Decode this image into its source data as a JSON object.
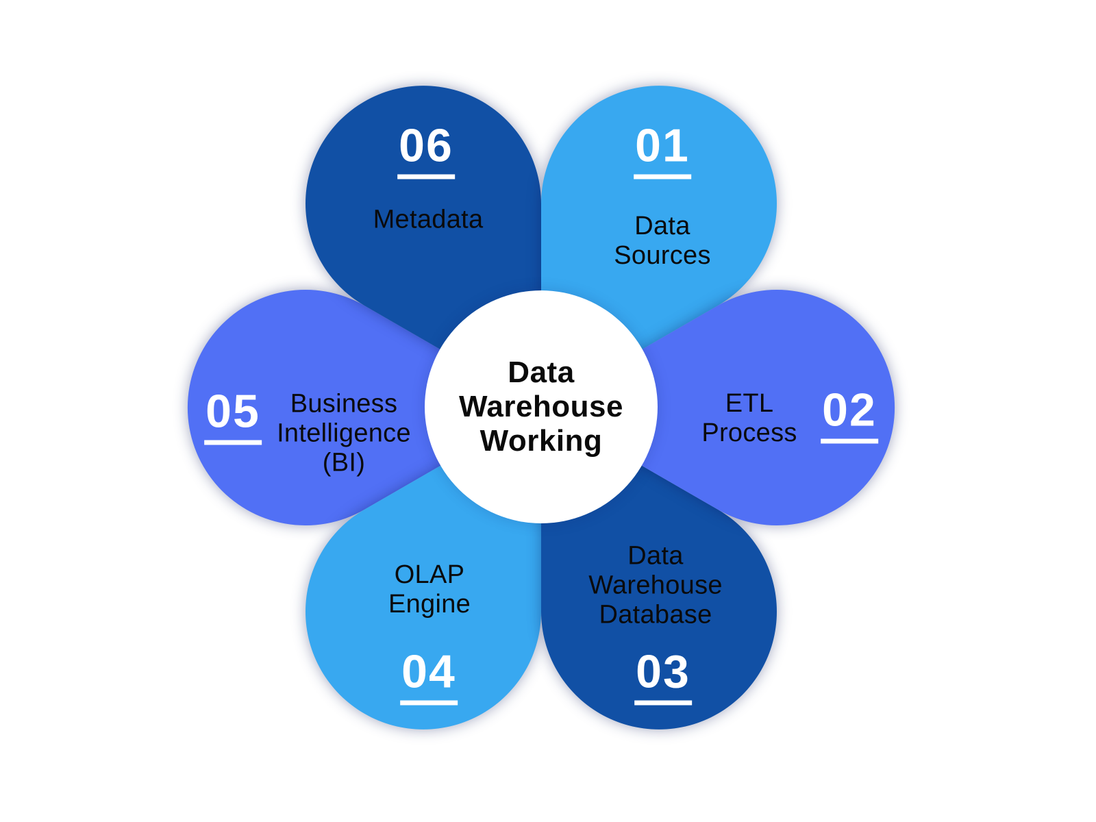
{
  "diagram": {
    "title_lines": [
      "Data",
      "Warehouse",
      "Working"
    ]
  },
  "colors": {
    "dark_blue": "#1150A5",
    "light_blue": "#38A8F0",
    "periwinkle": "#5170F5",
    "center_fill": "#FFFFFF",
    "number_text": "#FFFFFF",
    "label_text": "#0A0A0A"
  },
  "petals": {
    "p01": {
      "number": "01",
      "lines": [
        "Data",
        "Sources"
      ]
    },
    "p02": {
      "number": "02",
      "lines": [
        "ETL",
        "Process"
      ]
    },
    "p03": {
      "number": "03",
      "lines": [
        "Data",
        "Warehouse",
        "Database"
      ]
    },
    "p04": {
      "number": "04",
      "lines": [
        "OLAP",
        "Engine"
      ]
    },
    "p05": {
      "number": "05",
      "lines": [
        "Business",
        "Intelligence",
        "(BI)"
      ]
    },
    "p06": {
      "number": "06",
      "lines": [
        "Metadata"
      ]
    }
  }
}
